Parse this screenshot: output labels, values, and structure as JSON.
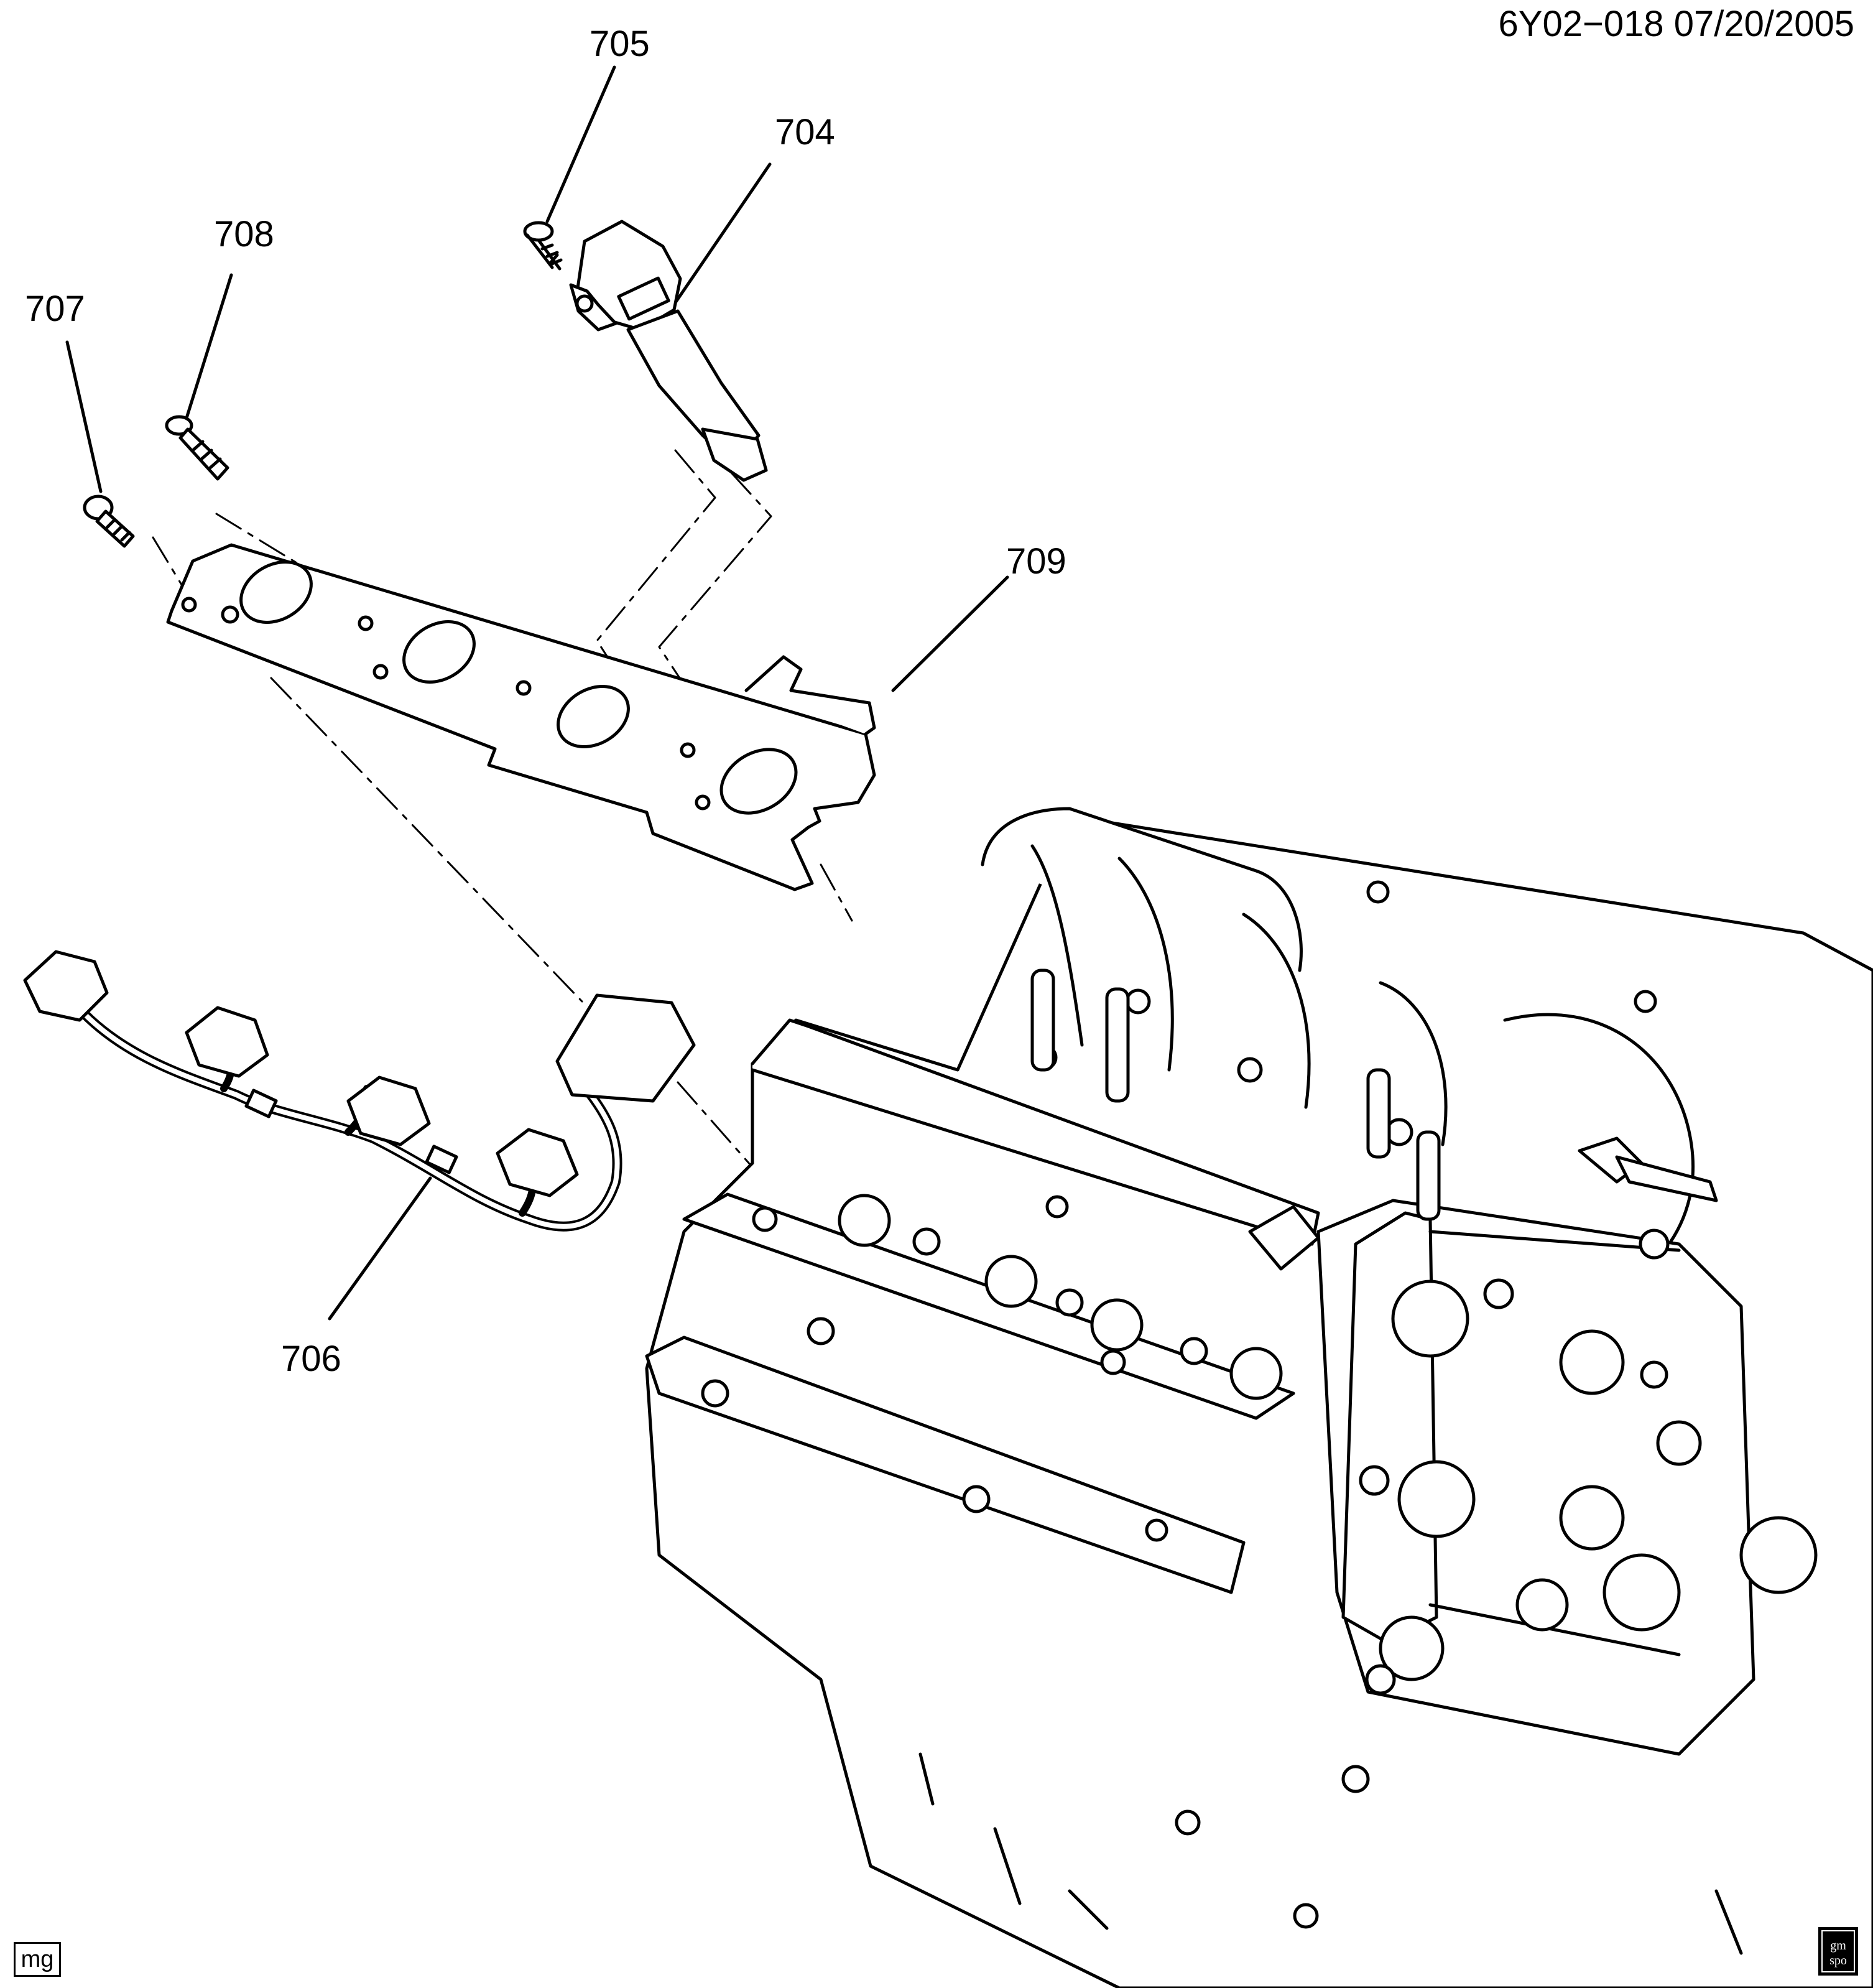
{
  "header": {
    "drawing_code": "6Y02−018  07/20/2005"
  },
  "callouts": [
    {
      "id": "705",
      "label": "705"
    },
    {
      "id": "704",
      "label": "704"
    },
    {
      "id": "708",
      "label": "708"
    },
    {
      "id": "707",
      "label": "707"
    },
    {
      "id": "709",
      "label": "709"
    },
    {
      "id": "706",
      "label": "706"
    }
  ],
  "footer": {
    "artist_tag": "mg",
    "logo_text_top": "gm",
    "logo_text_bottom": "spo"
  }
}
